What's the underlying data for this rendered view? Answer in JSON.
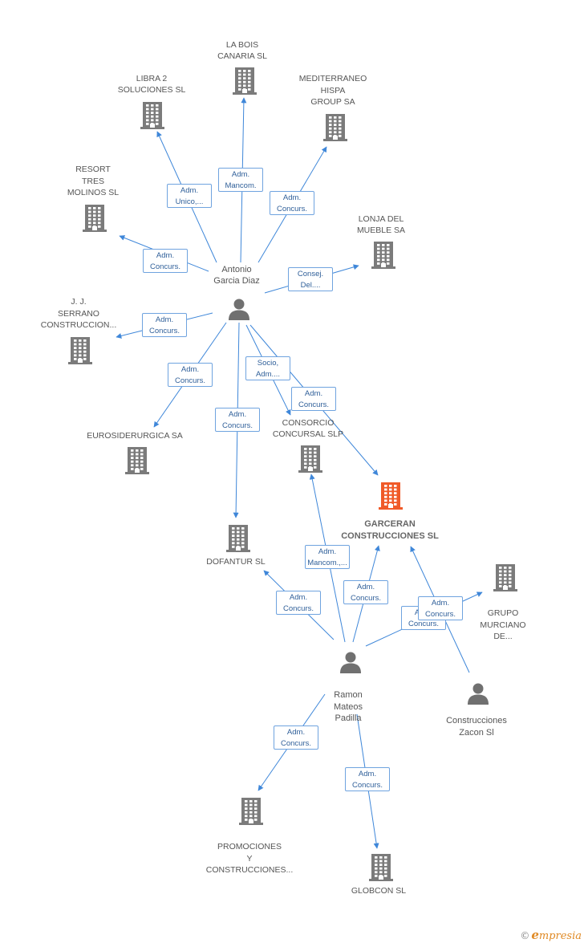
{
  "colors": {
    "company": "#7b7b7b",
    "focus": "#f05a28",
    "person": "#707070",
    "edge": "#3f87d9"
  },
  "nodes": [
    {
      "id": "la_bois",
      "kind": "company",
      "icon": "building-icon",
      "label": "LA BOIS\nCANARIA SL"
    },
    {
      "id": "libra",
      "kind": "company",
      "icon": "building-icon",
      "label": "LIBRA 2\nSOLUCIONES SL"
    },
    {
      "id": "mediterraneo",
      "kind": "company",
      "icon": "building-icon",
      "label": "MEDITERRANEO\nHISPA\nGROUP SA"
    },
    {
      "id": "resort",
      "kind": "company",
      "icon": "building-icon",
      "label": "RESORT\nTRES\nMOLINOS SL"
    },
    {
      "id": "lonja",
      "kind": "company",
      "icon": "building-icon",
      "label": "LONJA DEL\nMUEBLE SA"
    },
    {
      "id": "antonio",
      "kind": "person",
      "icon": "person-icon",
      "label": "Antonio\nGarcia Diaz"
    },
    {
      "id": "serrano",
      "kind": "company",
      "icon": "building-icon",
      "label": "J. J.\nSERRANO\nCONSTRUCCION..."
    },
    {
      "id": "eurosiderurgica",
      "kind": "company",
      "icon": "building-icon",
      "label": "EUROSIDERURGICA SA"
    },
    {
      "id": "consorcio",
      "kind": "company",
      "icon": "building-icon",
      "label": "CONSORCIO\nCONCURSAL SLP"
    },
    {
      "id": "garceran",
      "kind": "focus",
      "icon": "building-icon",
      "label": "GARCERAN\nCONSTRUCCIONES SL"
    },
    {
      "id": "dofantur",
      "kind": "company",
      "icon": "building-icon",
      "label": "DOFANTUR SL"
    },
    {
      "id": "grupo",
      "kind": "company",
      "icon": "building-icon",
      "label": "GRUPO\nMURCIANO\nDE..."
    },
    {
      "id": "ramon",
      "kind": "person",
      "icon": "person-icon",
      "label": "Ramon\nMateos\nPadilla"
    },
    {
      "id": "zacon",
      "kind": "person",
      "icon": "person-icon",
      "label": "Construcciones\nZacon Sl"
    },
    {
      "id": "promociones",
      "kind": "company",
      "icon": "building-icon",
      "label": "PROMOCIONES\nY\nCONSTRUCCIONES..."
    },
    {
      "id": "globcon",
      "kind": "company",
      "icon": "building-icon",
      "label": "GLOBCON SL"
    }
  ],
  "edges": [
    {
      "from": "antonio",
      "to": "la_bois",
      "label": "Adm.\nMancom."
    },
    {
      "from": "antonio",
      "to": "libra",
      "label": "Adm.\nUnico,..."
    },
    {
      "from": "antonio",
      "to": "mediterraneo",
      "label": "Adm.\nConcurs."
    },
    {
      "from": "antonio",
      "to": "resort",
      "label": "Adm.\nConcurs."
    },
    {
      "from": "antonio",
      "to": "lonja",
      "label": "Consej.\nDel...."
    },
    {
      "from": "antonio",
      "to": "serrano",
      "label": "Adm.\nConcurs."
    },
    {
      "from": "antonio",
      "to": "eurosiderurgica",
      "label": "Adm.\nConcurs."
    },
    {
      "from": "antonio",
      "to": "dofantur",
      "label": "Adm.\nConcurs."
    },
    {
      "from": "antonio",
      "to": "consorcio",
      "label": "Socio,\nAdm...."
    },
    {
      "from": "antonio",
      "to": "garceran",
      "label": "Adm.\nConcurs."
    },
    {
      "from": "ramon",
      "to": "consorcio",
      "label": "Adm.\nMancom.,..."
    },
    {
      "from": "ramon",
      "to": "garceran",
      "label": "Adm.\nConcurs."
    },
    {
      "from": "ramon",
      "to": "dofantur",
      "label": "Adm.\nConcurs."
    },
    {
      "from": "ramon",
      "to": "grupo",
      "label": "Adm.\nConcurs."
    },
    {
      "from": "ramon",
      "to": "promociones",
      "label": "Adm.\nConcurs."
    },
    {
      "from": "ramon",
      "to": "globcon",
      "label": "Adm.\nConcurs."
    },
    {
      "from": "zacon",
      "to": "garceran",
      "label": "Adm.\nConcurs."
    }
  ],
  "branding": {
    "copyright": "©",
    "logo_initial": "e",
    "logo_rest": "mpresia"
  }
}
